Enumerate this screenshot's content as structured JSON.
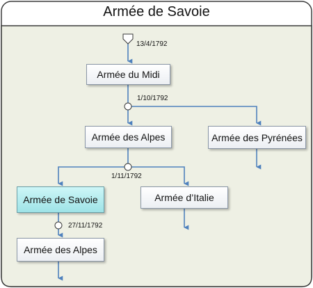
{
  "title": "Armée de Savoie",
  "colors": {
    "connector": "#4f81bd",
    "frame": "#3a3a3a",
    "panel": "#eef0e4",
    "highlight": "#a8e8ec"
  },
  "nodes": [
    {
      "id": "armee-du-midi",
      "label": "Armée du Midi"
    },
    {
      "id": "armee-des-alpes-1",
      "label": "Armée des Alpes"
    },
    {
      "id": "armee-des-pyrenees",
      "label": "Armée des Pyrénées"
    },
    {
      "id": "armee-de-savoie",
      "label": "Armée de Savoie",
      "highlighted": true
    },
    {
      "id": "armee-d-italie",
      "label": "Armée d’Italie"
    },
    {
      "id": "armee-des-alpes-2",
      "label": "Armée des Alpes"
    }
  ],
  "dates": {
    "start": "13/4/1792",
    "split1": "1/10/1792",
    "split2": "1/11/1792",
    "split3": "27/11/1792"
  }
}
